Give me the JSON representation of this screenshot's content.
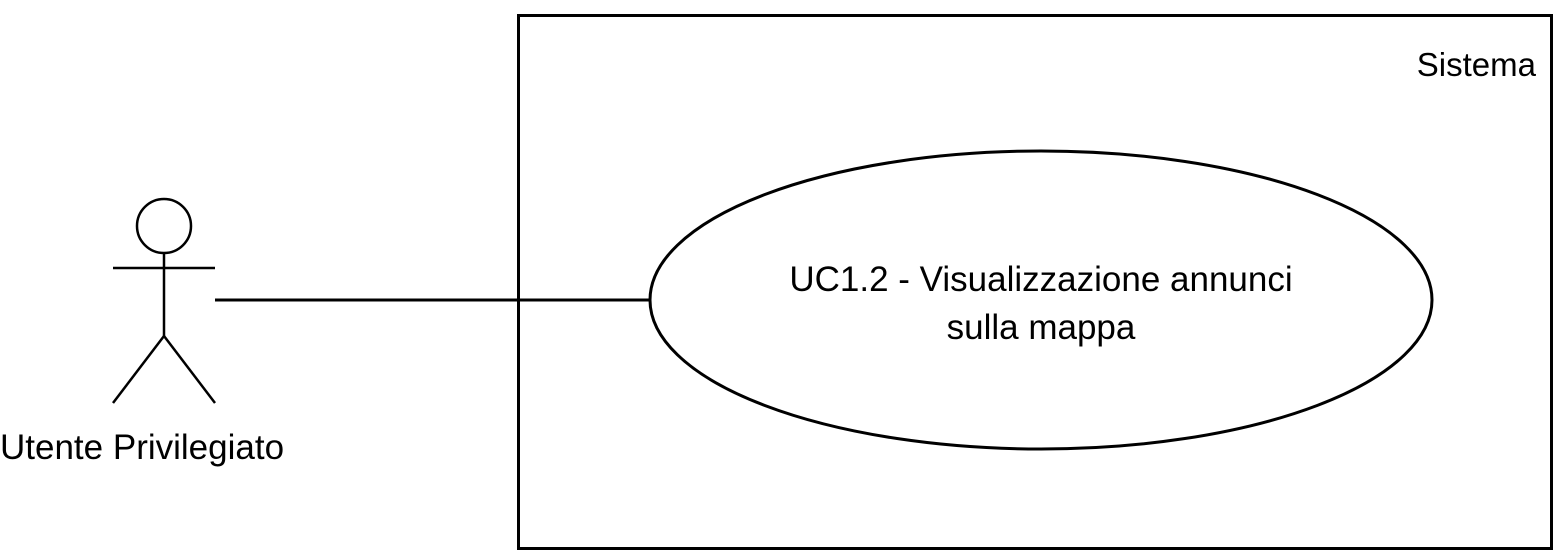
{
  "system": {
    "label": "Sistema"
  },
  "actor": {
    "label": "Utente Privilegiato"
  },
  "use_case": {
    "line1": "UC1.2 - Visualizzazione annunci",
    "line2": "sulla mappa"
  },
  "colors": {
    "stroke": "#000000",
    "background": "#ffffff"
  }
}
